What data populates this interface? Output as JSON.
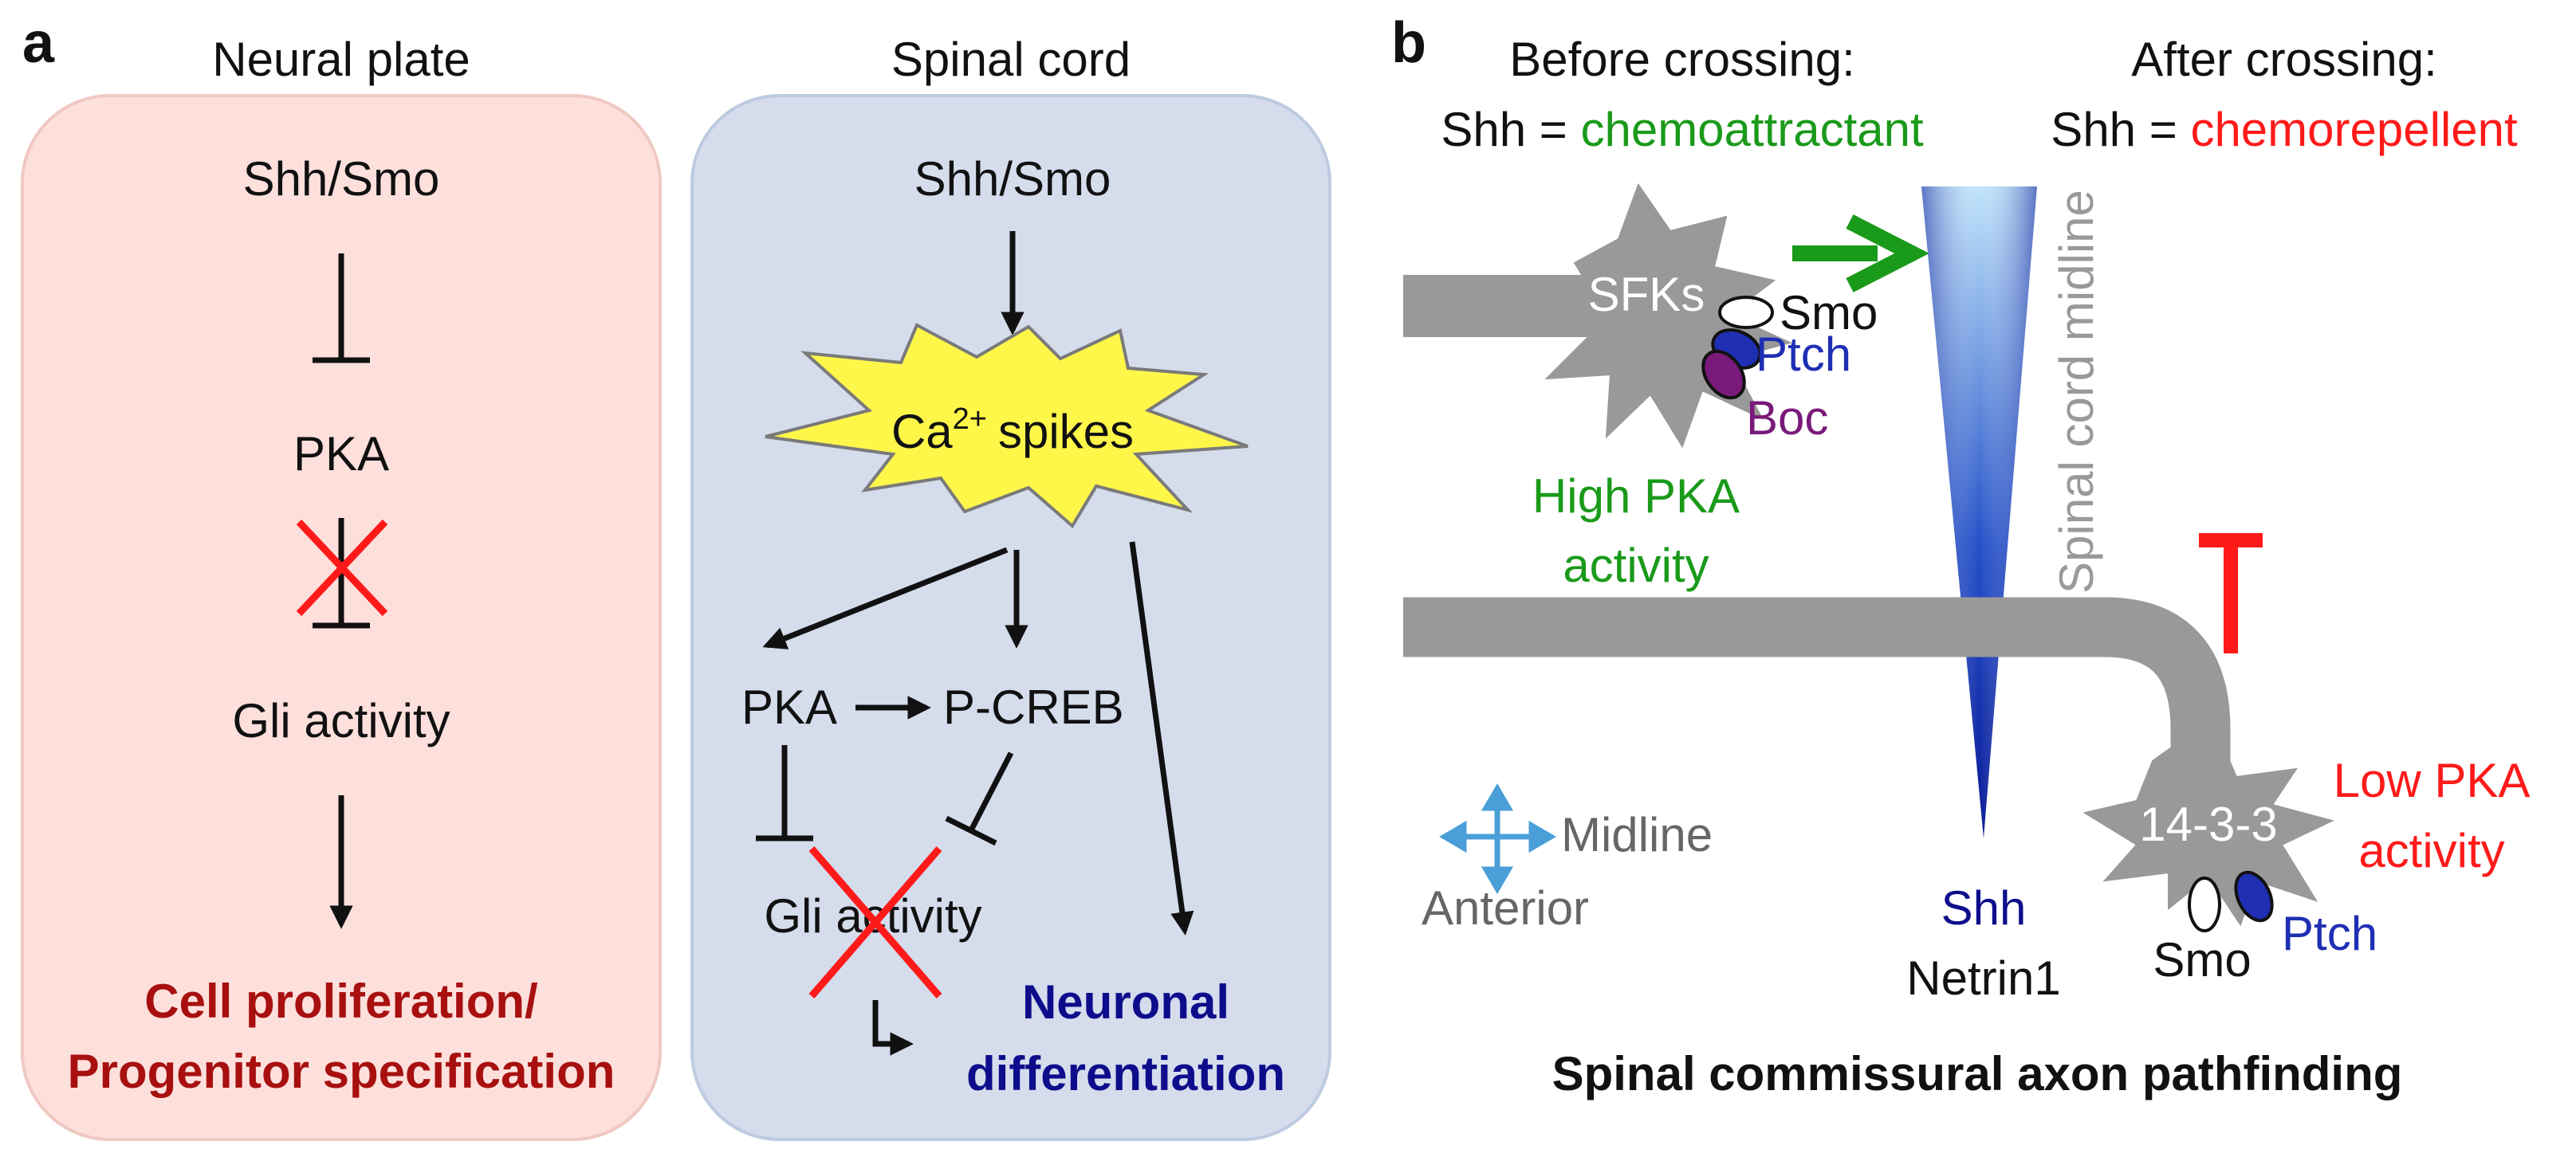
{
  "panel_a": {
    "label": "a",
    "neural_plate": {
      "title": "Neural plate",
      "input": "Shh/Smo",
      "middle": "PKA",
      "target": "Gli activity",
      "outcome_line1": "Cell proliferation/",
      "outcome_line2": "Progenitor specification"
    },
    "spinal_cord": {
      "title": "Spinal cord",
      "input": "Shh/Smo",
      "spike_base": "Ca",
      "spike_sup": "2+",
      "spike_rest": "spikes",
      "pka": "PKA",
      "pcreb": "P-CREB",
      "target": "Gli activity",
      "outcome_line1": "Neuronal",
      "outcome_line2": "differentiation"
    }
  },
  "panel_b": {
    "label": "b",
    "before_title": "Before crossing:",
    "before_prefix": "Shh = ",
    "before_role": "chemoattractant",
    "after_title": "After crossing:",
    "after_prefix": "Shh = ",
    "after_role": "chemorepellent",
    "sfks": "SFKs",
    "smo_top": "Smo",
    "ptch_top": "Ptch",
    "boc": "Boc",
    "high_pka_line1": "High PKA",
    "high_pka_line2": "activity",
    "midline_label": "Spinal cord midline",
    "compass_midline": "Midline",
    "compass_anterior": "Anterior",
    "shh": "Shh",
    "netrin": "Netrin1",
    "cone_1433": "14-3-3",
    "low_pka_line1": "Low PKA",
    "low_pka_line2": "activity",
    "smo_bottom": "Smo",
    "ptch_bottom": "Ptch",
    "caption": "Spinal commissural axon pathfinding"
  },
  "colors": {
    "green": "#1a9a1a",
    "red": "#ff1a1a",
    "dark_red": "#a81010",
    "navy": "#0d0d8c",
    "blue": "#1f2fb4",
    "purple": "#7a1a7a",
    "gray": "#999999",
    "pink_box": "#fde0dc",
    "blue_box": "#d5dcec"
  }
}
